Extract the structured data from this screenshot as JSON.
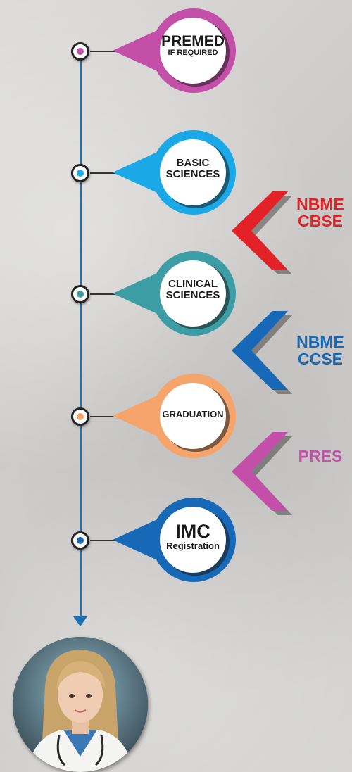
{
  "left_text": "·",
  "steps": [
    {
      "line1": "PREMED",
      "line2": "IF REQUIRED",
      "color": "#c44fa9"
    },
    {
      "line1": "BASIC",
      "line2": "SCIENCES",
      "color": "#1aa9e6"
    },
    {
      "line1": "CLINICAL",
      "line2": "SCIENCES",
      "color": "#3d9da5"
    },
    {
      "line1": "GRADUATION",
      "line2": "",
      "color": "#f5a56c"
    },
    {
      "line1": "IMC",
      "line2": "Registration",
      "color": "#1769b8"
    }
  ],
  "exams": [
    {
      "line1": "NBME",
      "line2": "CBSE",
      "color": "#e32227"
    },
    {
      "line1": "NBME",
      "line2": "CCSE",
      "color": "#1769b8"
    },
    {
      "line1": "PRES",
      "line2": "",
      "color": "#c44fa9"
    }
  ],
  "colors": {
    "timeline": "#1b6fb4",
    "node_border": "#222222"
  }
}
